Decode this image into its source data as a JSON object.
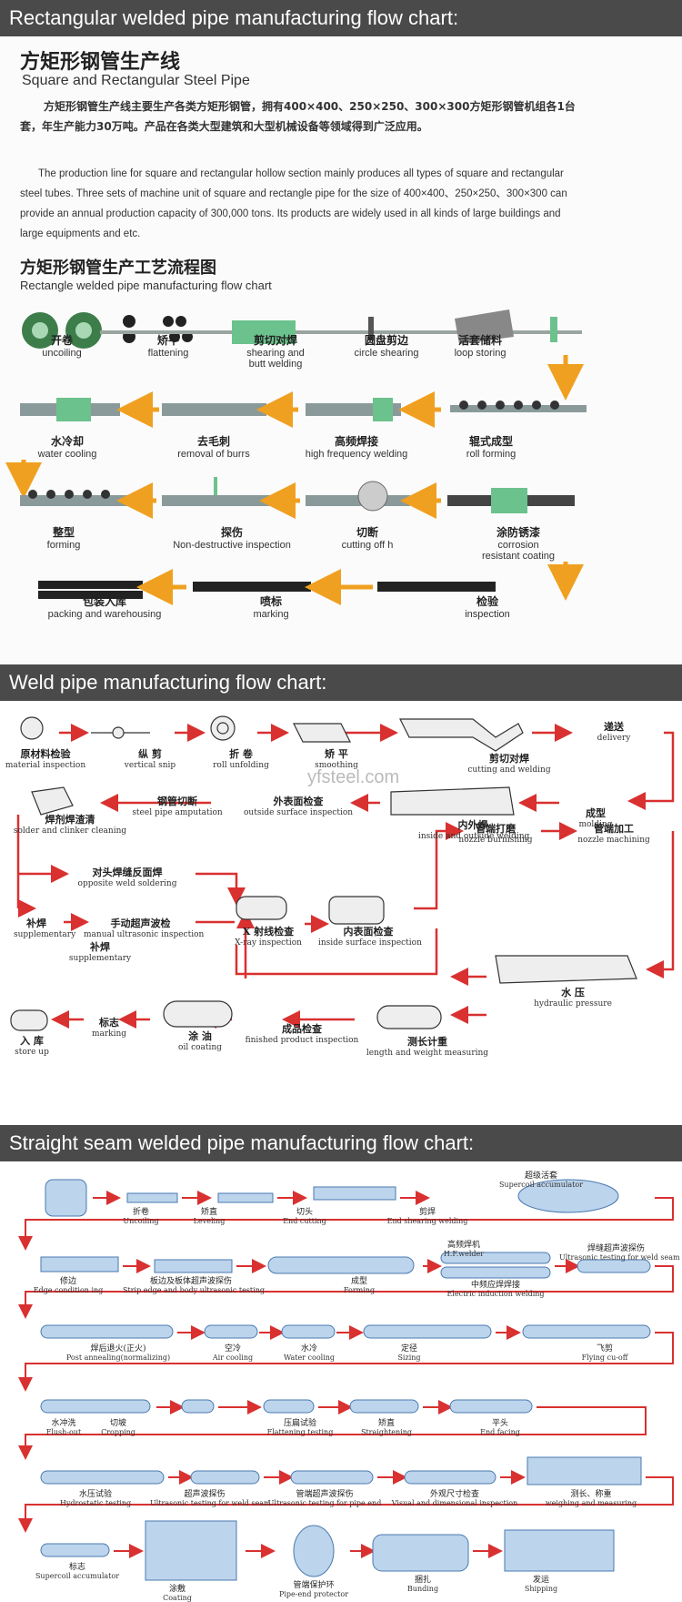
{
  "section1": {
    "bar_title": "Rectangular welded pipe manufacturing flow chart:",
    "cn_title": "方矩形钢管生产线",
    "en_title": "Square and Rectangular Steel Pipe",
    "cn_para": "方矩形钢管生产线主要生产各类方矩形钢管，拥有400×400、250×250、300×300方矩形钢管机组各1台套，年生产能力30万吨。产品在各类大型建筑和大型机械设备等领域得到广泛应用。",
    "en_para": "The production line for square and rectangular hollow section mainly produces all types of square and rectangular steel tubes. Three sets of machine unit of square and rectangle pipe for the size of  400×400、250×250、300×300 can provide an annual production capacity of 300,000 tons. Its products are widely used in all kinds of large buildings and large equipments and etc.",
    "cn_chart_title": "方矩形钢管生产工艺流程图",
    "en_chart_title": "Rectangle welded pipe manufacturing flow chart",
    "steps": [
      {
        "zh": "开卷",
        "en": "uncoiling"
      },
      {
        "zh": "矫平",
        "en": "flattening"
      },
      {
        "zh": "剪切对焊",
        "en": "shearing and",
        "en2": "butt welding"
      },
      {
        "zh": "圆盘剪边",
        "en": "circle shearing"
      },
      {
        "zh": "活套储料",
        "en": "loop storing"
      },
      {
        "zh": "辊式成型",
        "en": "roll forming"
      },
      {
        "zh": "高频焊接",
        "en": "high frequency welding"
      },
      {
        "zh": "去毛刺",
        "en": "removal of burrs"
      },
      {
        "zh": "水冷却",
        "en": "water cooling"
      },
      {
        "zh": "整型",
        "en": "forming"
      },
      {
        "zh": "探伤",
        "en": "Non-destructive inspection"
      },
      {
        "zh": "切断",
        "en": "cutting off h"
      },
      {
        "zh": "涂防锈漆",
        "en": "corrosion",
        "en2": "resistant coating"
      },
      {
        "zh": "检验",
        "en": "inspection"
      },
      {
        "zh": "喷标",
        "en": "marking"
      },
      {
        "zh": "包装入库",
        "en": "packing and warehousing"
      }
    ]
  },
  "section2": {
    "bar_title": "Weld pipe manufacturing flow chart:",
    "watermark": "yfsteel.com",
    "steps": [
      {
        "zh": "原材料检验",
        "en": "material inspection"
      },
      {
        "zh": "纵 剪",
        "en": "vertical snip"
      },
      {
        "zh": "折 卷",
        "en": "roll unfolding"
      },
      {
        "zh": "矫 平",
        "en": "smoothing"
      },
      {
        "zh": "剪切对焊",
        "en": "cutting and welding"
      },
      {
        "zh": "递送",
        "en": "delivery"
      },
      {
        "zh": "成型",
        "en": "molding"
      },
      {
        "zh": "内外焊",
        "en": "inside and outside welding"
      },
      {
        "zh": "外表面检查",
        "en": "outside surface inspection"
      },
      {
        "zh": "钢管切断",
        "en": "steel pipe amputation"
      },
      {
        "zh": "焊剂焊渣清",
        "en": "solder and clinker cleaning"
      },
      {
        "zh": "对头焊缝反面焊",
        "en": "opposite weld soldering"
      },
      {
        "zh": "补焊",
        "en": "supplementary"
      },
      {
        "zh": "手动超声波检",
        "en": "manual ultrasonic inspection"
      },
      {
        "zh": "补焊",
        "en": "supplementary"
      },
      {
        "zh": "X 射线检查",
        "en": "X-ray inspection"
      },
      {
        "zh": "内表面检查",
        "en": "inside surface inspection"
      },
      {
        "zh": "管端打磨",
        "en": "nozzle burnishing"
      },
      {
        "zh": "管端加工",
        "en": "nozzle machining"
      },
      {
        "zh": "水 压",
        "en": "hydraulic pressure"
      },
      {
        "zh": "测长计重",
        "en": "length and weight measuring"
      },
      {
        "zh": "成品检查",
        "en": "finished product inspection"
      },
      {
        "zh": "涂 油",
        "en": "oil coating"
      },
      {
        "zh": "标志",
        "en": "marking"
      },
      {
        "zh": "入 库",
        "en": "store up"
      }
    ]
  },
  "section3": {
    "bar_title": "Straight seam welded pipe manufacturing flow chart:",
    "steps": [
      {
        "zh": "折卷",
        "en": "Uncoiling"
      },
      {
        "zh": "矫直",
        "en": "Leveling"
      },
      {
        "zh": "切头",
        "en": "End cutting"
      },
      {
        "zh": "剪焊",
        "en": "End shearing welding"
      },
      {
        "zh": "超级活套",
        "en": "Supercoil accumulator"
      },
      {
        "zh": "修边",
        "en": "Edge condition ing"
      },
      {
        "zh": "板边及板体超声波探伤",
        "en": "Strip edge and body ultrasonic testing"
      },
      {
        "zh": "成型",
        "en": "Forming"
      },
      {
        "zh": "高频焊机",
        "en": "H.F.welder"
      },
      {
        "zh": "中频应焊焊接",
        "en": "Electric induction welding"
      },
      {
        "zh": "焊缝超声波探伤",
        "en": "Ultrasonic testing for weld seam"
      },
      {
        "zh": "焊后退火(正火)",
        "en": "Post annealing(normalizing)"
      },
      {
        "zh": "空冷",
        "en": "Air cooling"
      },
      {
        "zh": "水冷",
        "en": "Water cooling"
      },
      {
        "zh": "定径",
        "en": "Sizing"
      },
      {
        "zh": "飞剪",
        "en": "Flying cu-off"
      },
      {
        "zh": "水冲洗",
        "en": "Flush-out"
      },
      {
        "zh": "切坡",
        "en": "Cropping"
      },
      {
        "zh": "压扁试验",
        "en": "Flattening testing"
      },
      {
        "zh": "矫直",
        "en": "Straightening"
      },
      {
        "zh": "平头",
        "en": "End facing"
      },
      {
        "zh": "水压试验",
        "en": "Hydrostatic testing"
      },
      {
        "zh": "超声波探伤",
        "en": "Ultrasonic testing for weld seam"
      },
      {
        "zh": "管端超声波探伤",
        "en": "Ultrasonic testing for pipe end"
      },
      {
        "zh": "外观尺寸检查",
        "en": "Visual and dimensional inspection"
      },
      {
        "zh": "测长、称重",
        "en": "weighing and measuring"
      },
      {
        "zh": "标志",
        "en": "Supercoil accumulator"
      },
      {
        "zh": "涂敷",
        "en": "Coating"
      },
      {
        "zh": "管端保护环",
        "en": "Pipe-end protector"
      },
      {
        "zh": "捆扎",
        "en": "Bunding"
      },
      {
        "zh": "发运",
        "en": "Shipping"
      }
    ]
  },
  "colors": {
    "arrow_orange": "#f0a020",
    "arrow_red": "#d93030",
    "bar_bg": "#4a4a4a",
    "machine_green": "#6cc28c"
  }
}
